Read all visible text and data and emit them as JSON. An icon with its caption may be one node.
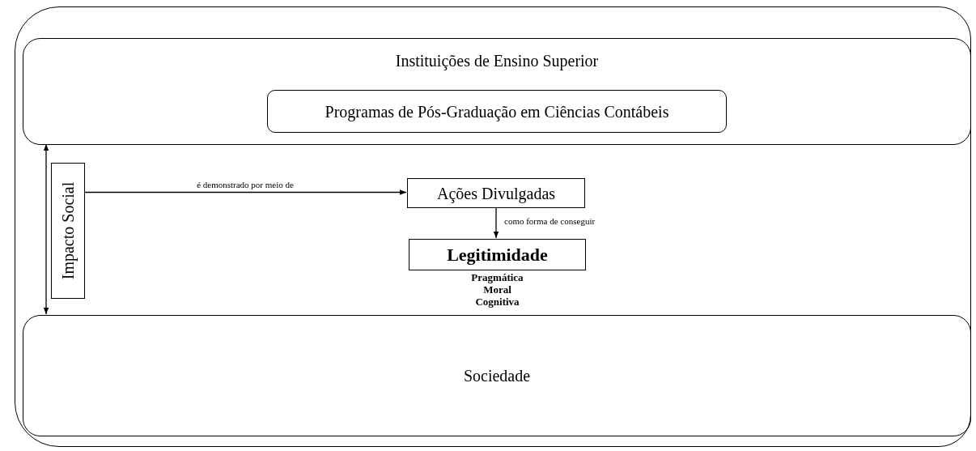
{
  "diagram": {
    "nodes": [
      {
        "text": [],
        "shape": "box"
      },
      {
        "text": [
          "Instituições de Ensino Superior"
        ],
        "in": 0
      },
      {
        "text": [
          "Programas de Pós-Graduação em Ciências Contábeis"
        ],
        "in": 1
      },
      {
        "text": [
          "Impacto Social"
        ],
        "in": 0
      },
      {
        "text": [
          "Ações Divulgadas"
        ],
        "in": 0
      },
      {
        "text": [
          "Legitimidade"
        ],
        "in": 0,
        "beside": [
          "Pragmática",
          "Moral",
          "Cognitiva"
        ]
      },
      {
        "text": [
          "Sociedade"
        ],
        "in": 0
      }
    ],
    "edges": [
      {
        "from": 3,
        "to": 4,
        "arrow": "to",
        "label": "é demonstrado por meio de"
      },
      {
        "from": 4,
        "to": 5,
        "arrow": "to",
        "label": "como forma de conseguir"
      },
      {
        "from": 1,
        "to": 6,
        "arrow": "both"
      }
    ]
  }
}
